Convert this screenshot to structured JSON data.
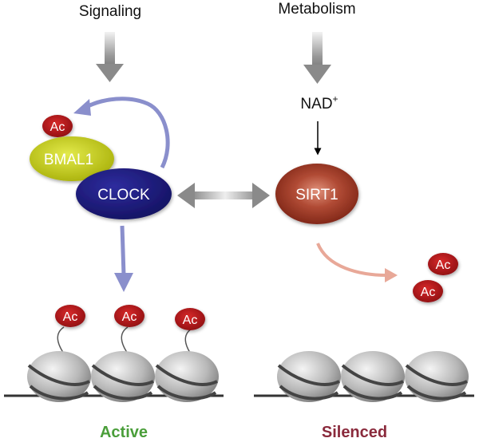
{
  "inputs": {
    "signaling": "Signaling",
    "metabolism": "Metabolism"
  },
  "cofactor": {
    "base": "NAD",
    "superscript": "+"
  },
  "proteins": {
    "bmal1": "BMAL1",
    "clock": "CLOCK",
    "sirt1": "SIRT1"
  },
  "acetyl_label": "Ac",
  "states": {
    "active": "Active",
    "silenced": "Silenced"
  },
  "colors": {
    "active_text": "#4a9e3a",
    "silenced_text": "#8a2a3c",
    "clock_fill": "#1c1a7c",
    "bmal1_fill": "#c5d10f",
    "sirt1_fill": "#9a3020",
    "acetyl_fill": "#b8141a",
    "blue_arrow": "#8a8fcc",
    "salmon_arrow": "#e8a898",
    "gray_arrow": "#8f8f8f"
  }
}
